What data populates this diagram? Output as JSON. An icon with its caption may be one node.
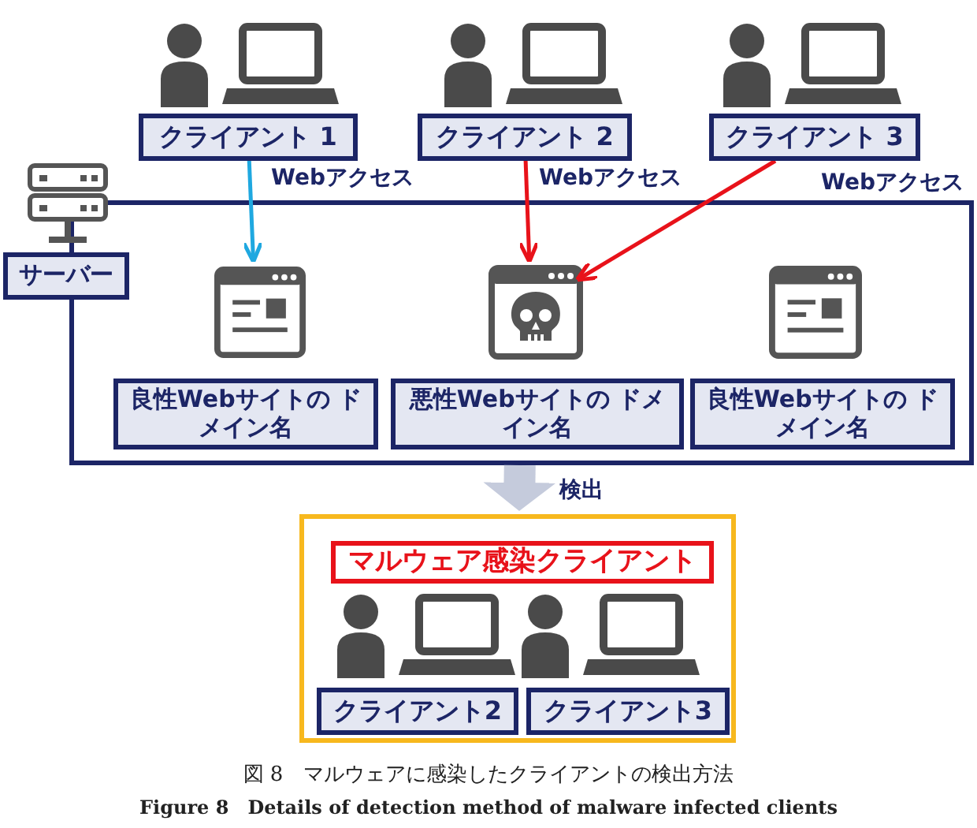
{
  "diagram": {
    "caption": "図 8　マルウェアに感染したクライアントの検出方法",
    "nodes": [
      {
        "text": [
          "クライアント 1"
        ]
      },
      {
        "text": [
          "クライアント 2"
        ]
      },
      {
        "text": [
          "クライアント 3"
        ]
      },
      {
        "text": [
          "サーバー"
        ]
      },
      {
        "text": [],
        "shape": "box"
      },
      {
        "text": [],
        "shape": "picture",
        "in": 4
      },
      {
        "text": [],
        "shape": "picture",
        "in": 4
      },
      {
        "text": [],
        "shape": "picture",
        "in": 4
      },
      {
        "text": [
          "良性Webサイトの ドメイン名"
        ],
        "in": 4
      },
      {
        "text": [
          "悪性Webサイトの ドメイン名"
        ],
        "in": 4
      },
      {
        "text": [
          "良性Webサイトの ドメイン名"
        ],
        "in": 4
      },
      {
        "text": [],
        "shape": "box"
      },
      {
        "text": [
          "マルウェア感染クライアント"
        ],
        "in": 11
      },
      {
        "text": [
          "クライアント2"
        ],
        "in": 11
      },
      {
        "text": [
          "クライアント3"
        ],
        "in": 11
      }
    ],
    "edges": [
      {
        "from": 0,
        "to": 5,
        "arrow": "to",
        "label": "Webアクセス",
        "color": "#1fa8e0"
      },
      {
        "from": 1,
        "to": 6,
        "arrow": "to",
        "label": "Webアクセス"
      },
      {
        "from": 2,
        "to": 6,
        "arrow": "to",
        "label": "Webアクセス"
      },
      {
        "from": 4,
        "to": 11,
        "arrow": "to",
        "label": "検出",
        "style": "thick",
        "color": "#c5cbdc"
      }
    ],
    "labels": [
      "Figure 8　Details of detection method of malware infected clients"
    ]
  }
}
